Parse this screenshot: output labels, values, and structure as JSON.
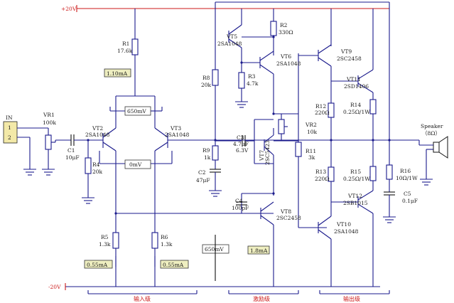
{
  "rails": {
    "positive": "+20V",
    "negative": "-20V"
  },
  "input": {
    "connector_label": "IN",
    "pins": [
      "1",
      "2"
    ]
  },
  "components": {
    "VR1": {
      "name": "VR1",
      "value": "100k"
    },
    "C1": {
      "name": "C1",
      "value": "10μF"
    },
    "R1": {
      "name": "R1",
      "value": "17.6k"
    },
    "R2": {
      "name": "R2",
      "value": "330Ω"
    },
    "R3": {
      "name": "R3",
      "value": "4.7k"
    },
    "R4": {
      "name": "R4",
      "value": "20k"
    },
    "R5": {
      "name": "R5",
      "value": "1.3k"
    },
    "R6": {
      "name": "R6",
      "value": "1.3k"
    },
    "R8": {
      "name": "R8",
      "value": "20k"
    },
    "R9": {
      "name": "R9",
      "value": "1k"
    },
    "R11": {
      "name": "R11",
      "value": "3k"
    },
    "R12": {
      "name": "R12",
      "value": "220Ω"
    },
    "R13": {
      "name": "R13",
      "value": "220Ω"
    },
    "R14": {
      "name": "R14",
      "value": "0.25Ω/1W"
    },
    "R15": {
      "name": "R15",
      "value": "0.25Ω/1W"
    },
    "R16": {
      "name": "R16",
      "value": "10Ω/1W"
    },
    "C2": {
      "name": "C2",
      "value": "47μF"
    },
    "C3": {
      "name": "C3",
      "value": "4.7μF",
      "value2": "6.3V"
    },
    "C4": {
      "name": "C4",
      "value": "100pF"
    },
    "C5": {
      "name": "C5",
      "value": "0.1μF"
    },
    "VR2": {
      "name": "VR2",
      "value": "10k"
    },
    "VT2": {
      "name": "VT2",
      "part": "2SA1048"
    },
    "VT3": {
      "name": "VT3",
      "part": "2SA1048"
    },
    "VT5": {
      "name": "VT5",
      "part": "2SA1048"
    },
    "VT6": {
      "name": "VT6",
      "part": "2SA1048"
    },
    "VT7": {
      "name": "VT7",
      "part": "2SC5423"
    },
    "VT8": {
      "name": "VT8",
      "part": "2SC2458"
    },
    "VT9": {
      "name": "VT9",
      "part": "2SC2458"
    },
    "VT10": {
      "name": "VT10",
      "part": "2SA1048"
    },
    "VT11": {
      "name": "VT11",
      "part": "2SD1406"
    },
    "VT12": {
      "name": "VT12",
      "part": "2SB1015"
    }
  },
  "speaker": {
    "label": "Speaker",
    "impedance": "（8Ω）"
  },
  "measurements": {
    "i_r1": "1.10mA",
    "v_tail": "650mV",
    "v_offset": "0mV",
    "i_r5": "0.55mA",
    "i_r6": "0.55mA",
    "v_vt8": "650mV",
    "i_vt8": "1.8mA"
  },
  "stages": {
    "input": "输入级",
    "driver": "激励级",
    "output": "输出级"
  },
  "colors": {
    "wire": "#1a1a8c",
    "rail": "#cc1a1a",
    "badge": "#eeeec0"
  }
}
